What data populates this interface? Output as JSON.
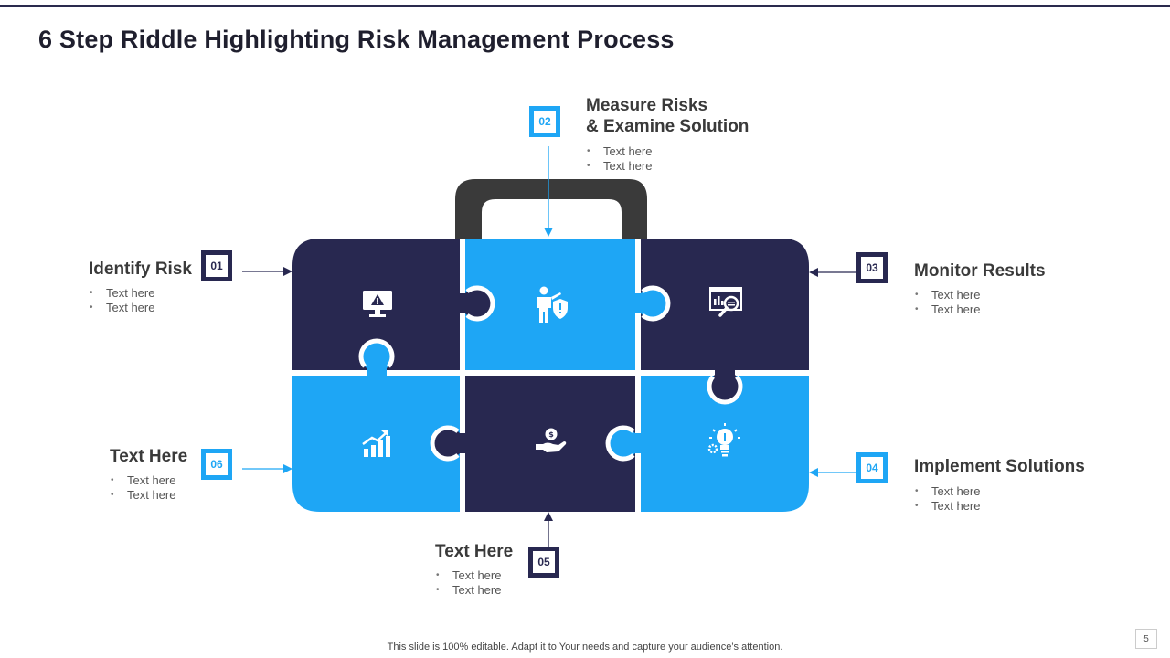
{
  "title": "6 Step Riddle Highlighting Risk Management Process",
  "colors": {
    "dark": "#282850",
    "blue": "#1ea6f5",
    "handle": "#3a3a3a"
  },
  "steps": [
    {
      "number": "01",
      "heading": "Identify Risk",
      "bullets": [
        "Text here",
        "Text here"
      ],
      "icon": "warning-monitor-icon"
    },
    {
      "number": "02",
      "heading_line1": "Measure Risks",
      "heading_line2": "& Examine Solution",
      "bullets": [
        "Text here",
        "Text here"
      ],
      "icon": "person-shield-icon"
    },
    {
      "number": "03",
      "heading": "Monitor Results",
      "bullets": [
        "Text here",
        "Text here"
      ],
      "icon": "magnifier-report-icon"
    },
    {
      "number": "04",
      "heading": "Implement Solutions",
      "bullets": [
        "Text here",
        "Text here"
      ],
      "icon": "lightbulb-gear-icon"
    },
    {
      "number": "05",
      "heading": "Text Here",
      "bullets": [
        "Text here",
        "Text here"
      ],
      "icon": "hand-coin-icon"
    },
    {
      "number": "06",
      "heading": "Text Here",
      "bullets": [
        "Text here",
        "Text here"
      ],
      "icon": "growth-chart-icon"
    }
  ],
  "footer": "This slide is 100% editable. Adapt it to Your needs and capture your audience’s attention.",
  "page_number": "5"
}
